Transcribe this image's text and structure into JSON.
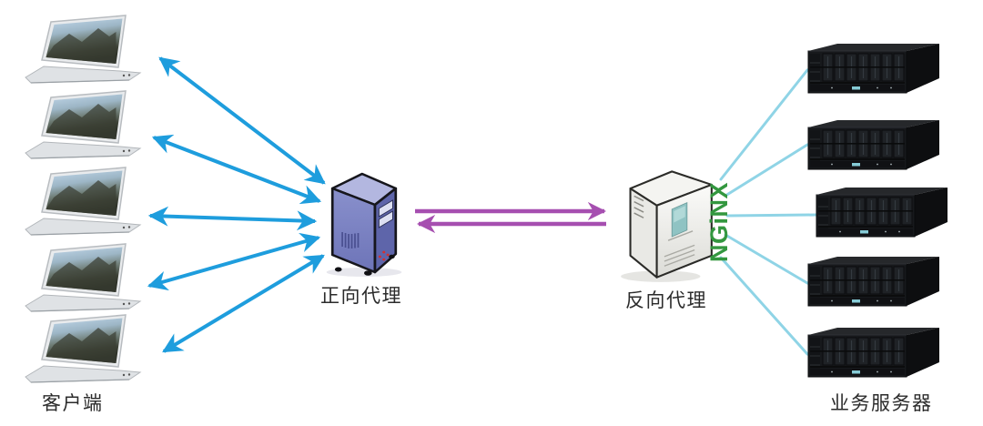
{
  "diagram": {
    "clients": {
      "label": "客户端",
      "count": 5,
      "icon": "laptop-icon"
    },
    "forward_proxy": {
      "label": "正向代理",
      "icon": "tower-server-icon"
    },
    "reverse_proxy": {
      "label": "反向代理",
      "icon": "tower-server-icon",
      "logo_text": "NGiNX"
    },
    "backend_servers": {
      "label": "业务服务器",
      "count": 5,
      "icon": "rack-server-icon"
    },
    "connections": {
      "clients_to_forward_proxy": {
        "style": "double-headed-arrow",
        "count": 5
      },
      "forward_to_reverse_proxy": {
        "style": "request-and-response-arrows",
        "count": 2
      },
      "reverse_proxy_to_backends": {
        "style": "plain-line",
        "count": 5
      }
    }
  },
  "colors": {
    "arrow_cyan": "#1e9ddd",
    "arrow_purple": "#a64fb0",
    "line_pale": "#8fd4e6",
    "nginx_green": "#33973f",
    "label_color": "#2b2b2b"
  }
}
